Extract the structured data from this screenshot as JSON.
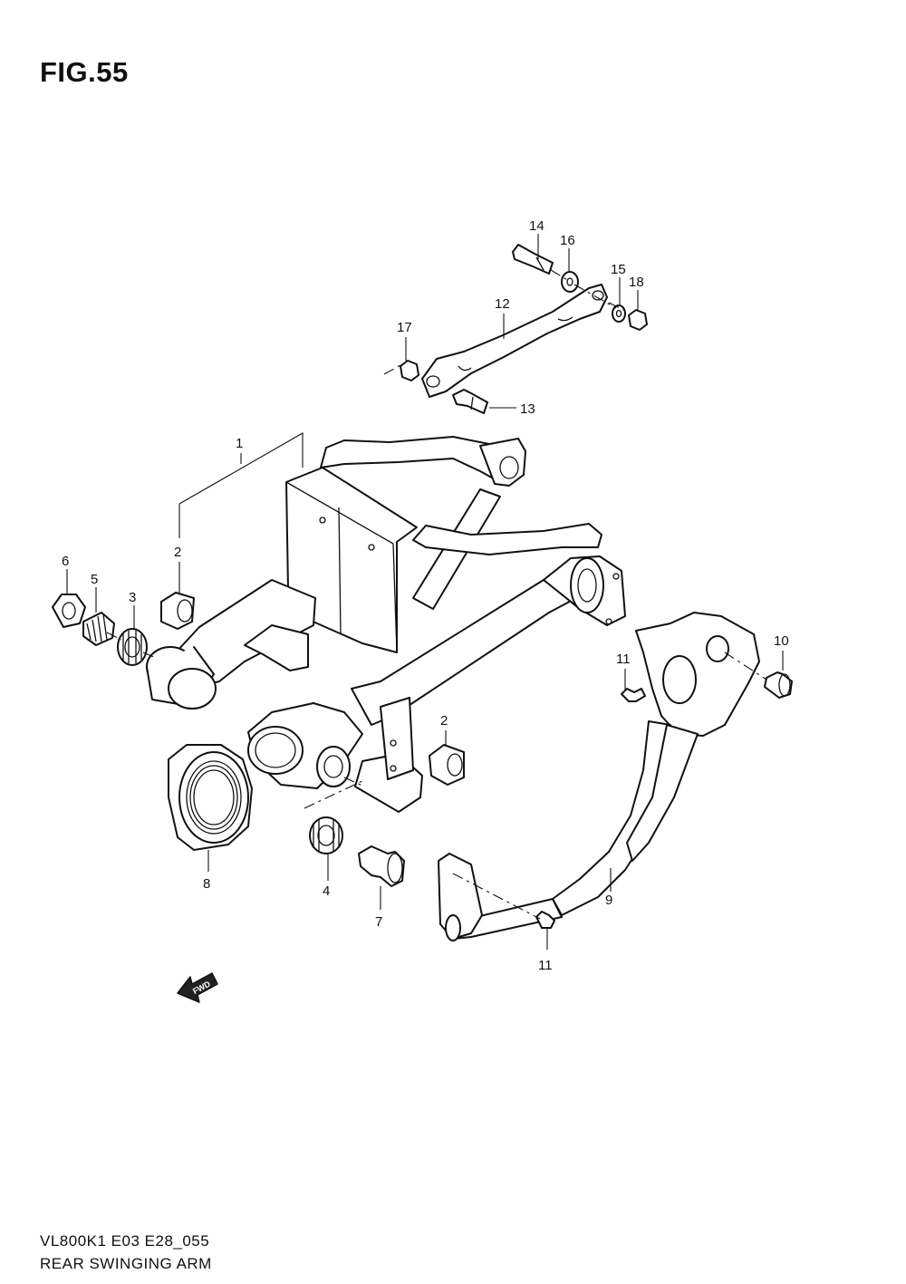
{
  "figure": {
    "title": "FIG.55",
    "model_code": "VL800K1 E03 E28_055",
    "name": "REAR SWINGING ARM",
    "fwd_label": "FWD"
  },
  "callouts": {
    "c1": "1",
    "c2a": "2",
    "c2b": "2",
    "c3": "3",
    "c4": "4",
    "c5": "5",
    "c6": "6",
    "c7": "7",
    "c8": "8",
    "c9": "9",
    "c10": "10",
    "c11a": "11",
    "c11b": "11",
    "c12": "12",
    "c13": "13",
    "c14": "14",
    "c15": "15",
    "c16": "16",
    "c17": "17",
    "c18": "18"
  }
}
